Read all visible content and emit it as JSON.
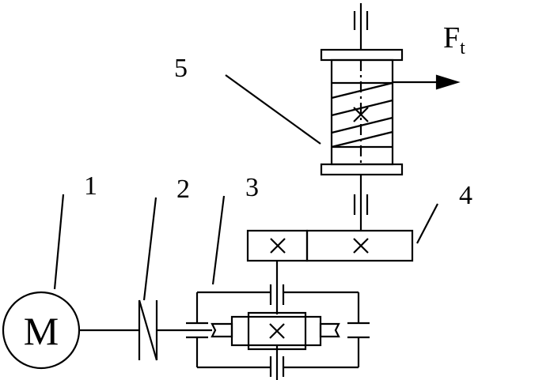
{
  "labels": {
    "motor": "M",
    "n1": "1",
    "n2": "2",
    "n3": "3",
    "n4": "4",
    "n5": "5",
    "force_main": "F",
    "force_sub": "t"
  }
}
